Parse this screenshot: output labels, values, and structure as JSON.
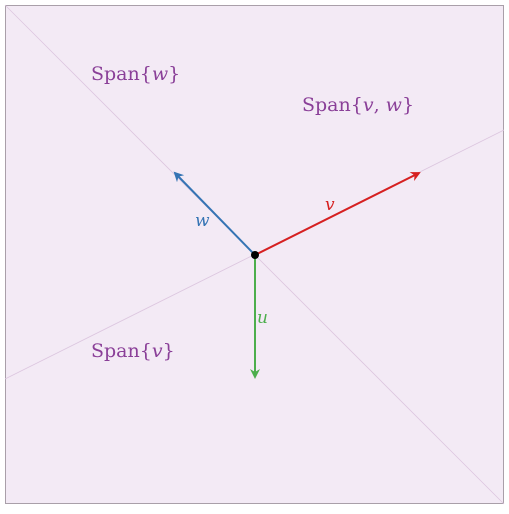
{
  "colors": {
    "plane_fill": "#f3eaf5",
    "plane_border": "#a99fa9",
    "span_lines": "#dcc6df",
    "span_text": "#8a3f98",
    "v": "#d62020",
    "w": "#3574b4",
    "u": "#4cae4c",
    "origin": "#000000"
  },
  "labels": {
    "span_w_prefix": "Span{",
    "span_w_var": "w",
    "span_w_suffix": "}",
    "span_vw_prefix": "Span{",
    "span_vw_var1": "v",
    "span_vw_sep": ", ",
    "span_vw_var2": "w",
    "span_vw_suffix": "}",
    "span_v_prefix": "Span{",
    "span_v_var": "v",
    "span_v_suffix": "}",
    "v": "v",
    "w": "w",
    "u": "u"
  }
}
